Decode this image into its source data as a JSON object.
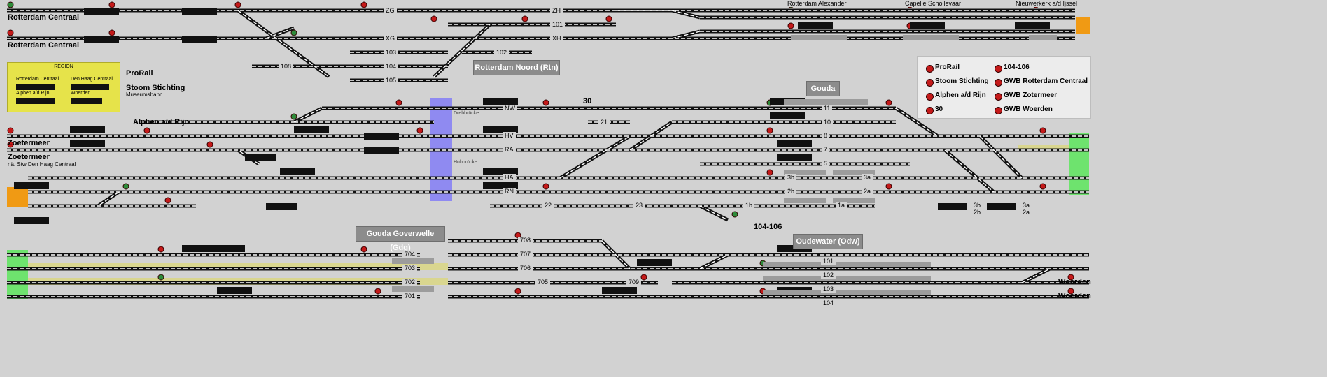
{
  "stations": {
    "rotterdam_centraal_1": "Rotterdam Centraal",
    "rotterdam_centraal_2": "Rotterdam Centraal",
    "prorail": "ProRail",
    "stoom_stichting": "Stoom Stichting",
    "museumsbahn": "Museumsbahn",
    "alphen": "Alphen a/d Rijn",
    "zoetermeer_1": "Zoetermeer",
    "zoetermeer_2": "Zoetermeer",
    "zoetermeer_note": "nä. Stw Den Haag Centraal",
    "rotterdam_alexander": "Rotterdam Alexander",
    "capelle": "Capelle Schollevaar",
    "nieuwerkerk": "Nieuwerkerk a/d Ijssel",
    "woerden_1": "Woerden",
    "woerden_2": "Woerden",
    "label_30": "30",
    "label_104_106": "104-106"
  },
  "areas": {
    "rotterdam_noord": "Rotterdam Noord (Rtn)",
    "gouda": "Gouda",
    "gouda_goverwelle": "Gouda Goverwelle (Gdg)",
    "oudewater": "Oudewater (Odw)"
  },
  "annotations": {
    "drehbruecke": "Drehbrücke",
    "hubbruecke": "Hubbrücke"
  },
  "region_box": {
    "title": "REGION",
    "items": [
      "Rotterdam Centraal",
      "Den Haag Centraal",
      "Alphen a/d Rijn",
      "Woerden"
    ]
  },
  "legend": {
    "items": [
      "ProRail",
      "104-106",
      "Stoom Stichting",
      "GWB Rotterdam Centraal",
      "Alphen a/d Rijn",
      "GWB Zotermeer",
      "30",
      "GWB Woerden"
    ],
    "dot_color": "#c41a1a"
  },
  "track_numbers": {
    "zg": "ZG",
    "zh": "ZH",
    "n101a": "101",
    "xg": "XG",
    "xh": "XH",
    "n103a": "103",
    "n104a": "104",
    "n105a": "105",
    "n102a": "102",
    "n108": "108",
    "nw": "NW",
    "hv": "HV",
    "ra": "RA",
    "ha": "HA",
    "rn": "RN",
    "n21": "21",
    "n22": "22",
    "n23": "23",
    "n11": "11",
    "n10": "10",
    "n8": "8",
    "n7": "7",
    "n5": "5",
    "n3b": "3b",
    "n3a": "3a",
    "n2b": "2b",
    "n2a": "2a",
    "n1b": "1b",
    "n1a": "1a",
    "n3b_side": "3b",
    "n2b_side": "2b",
    "n3a_side": "3a",
    "n2a_side": "2a",
    "n704": "704",
    "n703": "703",
    "n702": "702",
    "n701": "701",
    "n708": "708",
    "n707": "707",
    "n706": "706",
    "n705": "705",
    "n709": "709",
    "n101b": "101",
    "n102b": "102",
    "n103b": "103",
    "n104b": "104"
  },
  "colors": {
    "background": "#d2d2d2",
    "track": "#111111",
    "track_inner": "#ffffff",
    "signal_red": "#c41a1a",
    "signal_green": "#2e8b3a",
    "exit_green": "#6ee36e",
    "exit_orange": "#f09a14",
    "bridge_blue": "#8b86f2",
    "region_yellow": "#e6e34a",
    "area_label": "#8c8c8c"
  }
}
